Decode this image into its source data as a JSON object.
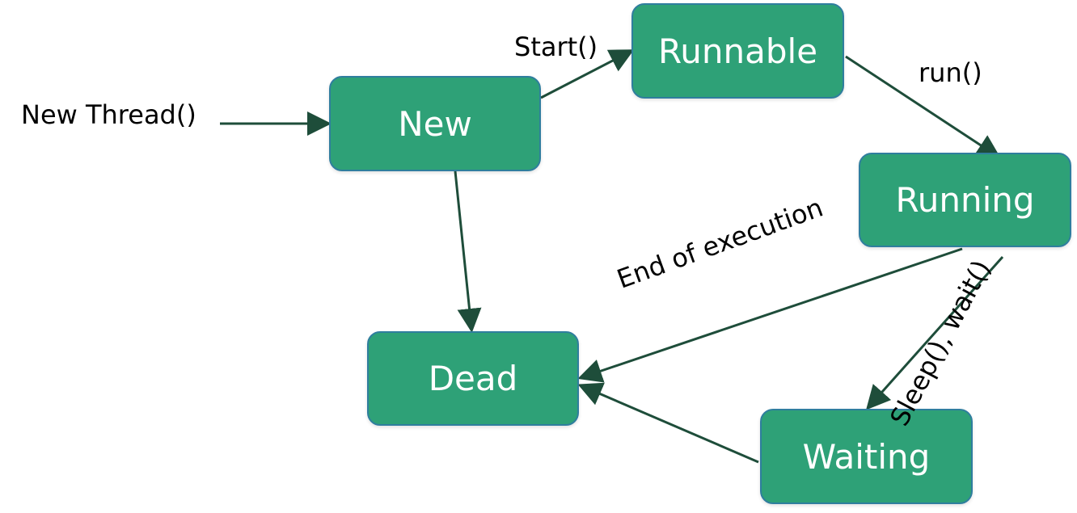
{
  "states": {
    "new": "New",
    "runnable": "Runnable",
    "running": "Running",
    "dead": "Dead",
    "waiting": "Waiting"
  },
  "transitions": {
    "new_thread": "New Thread()",
    "start": "Start()",
    "run": "run()",
    "end_of_execution": "End of execution",
    "sleep_wait": "Sleep(), wait()"
  },
  "colors": {
    "state_fill": "#2ea177",
    "state_border": "#2f7e9e",
    "arrow": "#1e4d3a"
  }
}
